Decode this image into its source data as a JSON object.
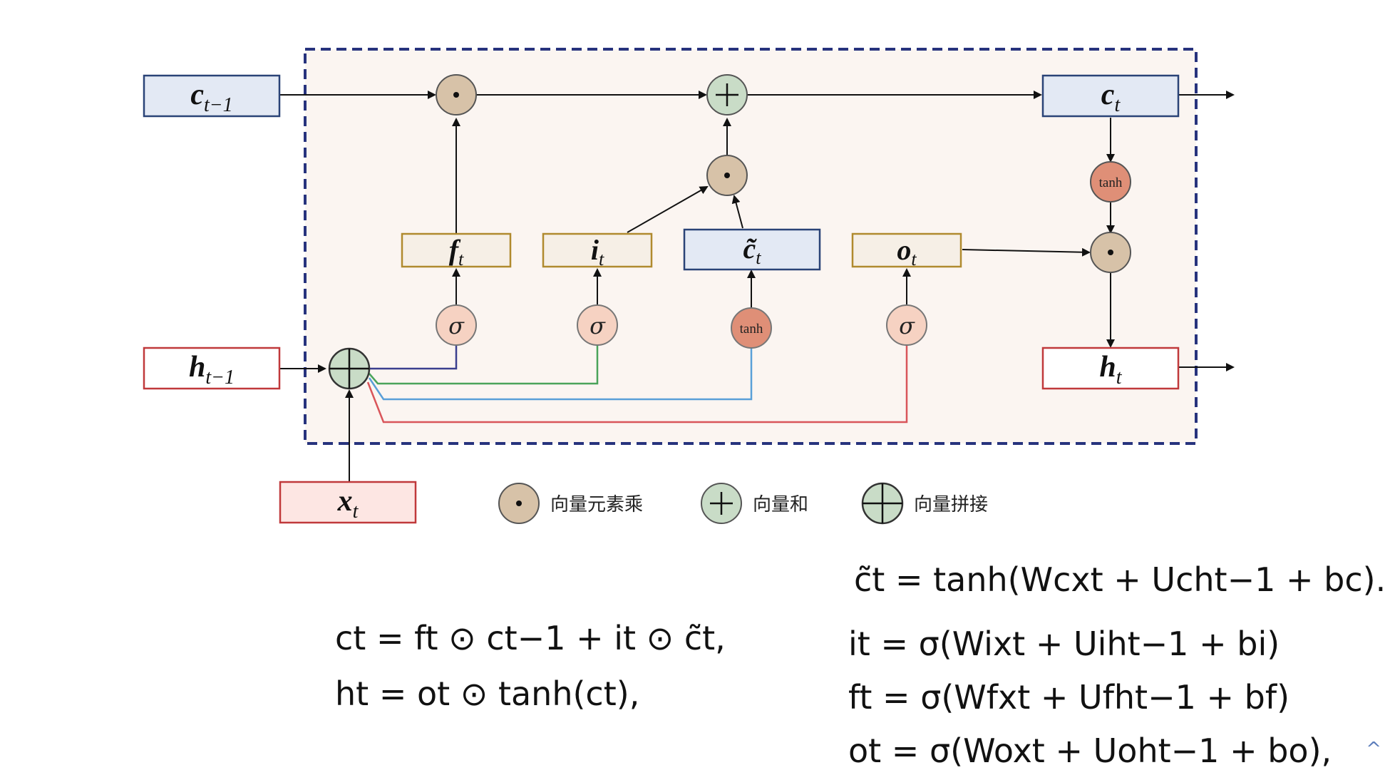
{
  "diagram": {
    "inputs": {
      "c_prev": {
        "base": "c",
        "sub": "t−1"
      },
      "h_prev": {
        "base": "h",
        "sub": "t−1"
      },
      "x_t": {
        "base": "x",
        "sub": "t"
      }
    },
    "outputs": {
      "c_t": {
        "base": "c",
        "sub": "t"
      },
      "h_t": {
        "base": "h",
        "sub": "t"
      }
    },
    "gates": {
      "f_t": {
        "base": "f",
        "sub": "t"
      },
      "i_t": {
        "base": "i",
        "sub": "t"
      },
      "c_tilde": {
        "base": "c̃",
        "sub": "t"
      },
      "o_t": {
        "base": "o",
        "sub": "t"
      }
    },
    "activations": {
      "sigma": "σ",
      "tanh": "tanh"
    },
    "legend": {
      "elementwise_product": "向量元素乘",
      "vector_sum": "向量和",
      "concatenation": "向量拼接"
    },
    "colors": {
      "frame": "#27337d",
      "frame_fill": "#fbf5f1",
      "box_orange_border": "#b08a2e",
      "box_orange_fill": "#f6efe6",
      "box_blue_border": "#2a4377",
      "box_blue_fill": "#e3e9f4",
      "box_red_border": "#c0393b",
      "box_red_fill": "#fde6e3",
      "odot_fill": "#d7c2a8",
      "oplus_fill": "#c9dcc7",
      "sigma_fill": "#f6d2c2",
      "tanh_fill": "#df8f77",
      "wire_navy": "#3b3f8f",
      "wire_green": "#4aa35a",
      "wire_blue": "#5a9fd8",
      "wire_red": "#d9555a"
    }
  },
  "equations": {
    "c_tilde_line": "c̃t = tanh(Wcxt + Ucht−1 + bc).",
    "left": [
      "ct = ft ⊙ ct−1 + it ⊙ c̃t,",
      "ht = ot ⊙ tanh(ct),"
    ],
    "right": [
      "it = σ(Wixt + Uiht−1 + bi)",
      "ft = σ(Wfxt + Ufht−1 + bf)",
      "ot = σ(Woxt + Uoht−1 + bo),"
    ]
  },
  "corner_icon": "chevron-up-icon"
}
